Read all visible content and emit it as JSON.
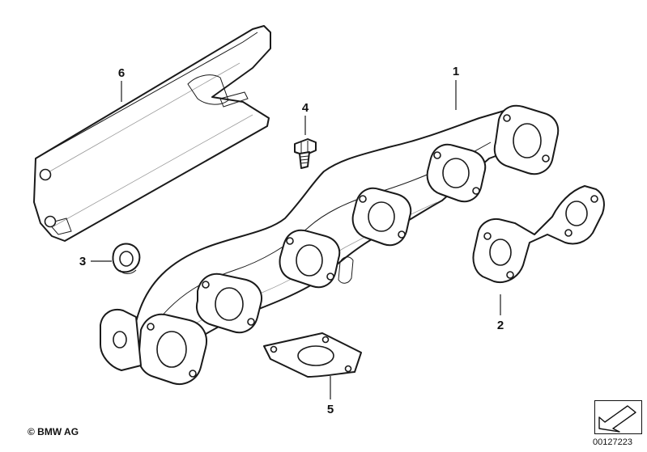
{
  "callouts": {
    "c1": "1",
    "c2": "2",
    "c3": "3",
    "c4": "4",
    "c5": "5",
    "c6": "6"
  },
  "footer": {
    "copyright": "© BMW AG",
    "diagram_number": "00127223"
  },
  "icons": {
    "direction": "arrow-icon"
  }
}
